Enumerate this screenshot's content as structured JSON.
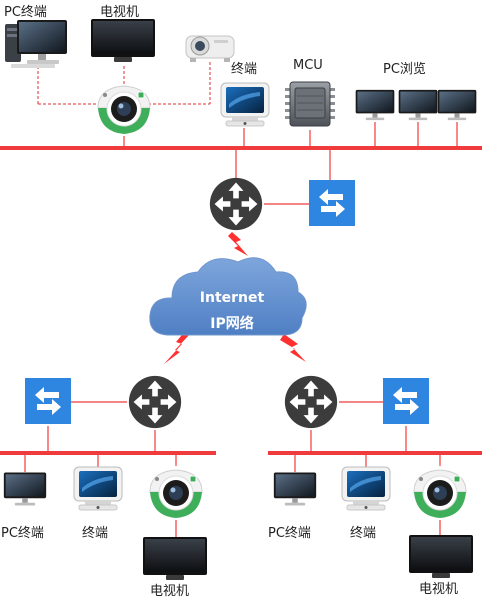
{
  "diagram": {
    "labels": {
      "top_pc": "PC终端",
      "top_tv": "电视机",
      "top_terminal": "终端",
      "top_mcu": "MCU",
      "top_pc_browse": "PC浏览",
      "left_pc": "PC终端",
      "left_terminal": "终端",
      "left_tv": "电视机",
      "right_pc": "PC终端",
      "right_terminal": "终端",
      "right_tv": "电视机"
    },
    "cloud": {
      "line1": "Internet",
      "line2": "IP网络"
    },
    "colors": {
      "bus": "#ef3b3b",
      "dashed": "#e23030",
      "router": "#3c3c3c",
      "switch": "#2f86e0",
      "cloud": "#5f8fd0",
      "lightning": "#ff3030",
      "camera_ring": "#3fae5a"
    }
  }
}
